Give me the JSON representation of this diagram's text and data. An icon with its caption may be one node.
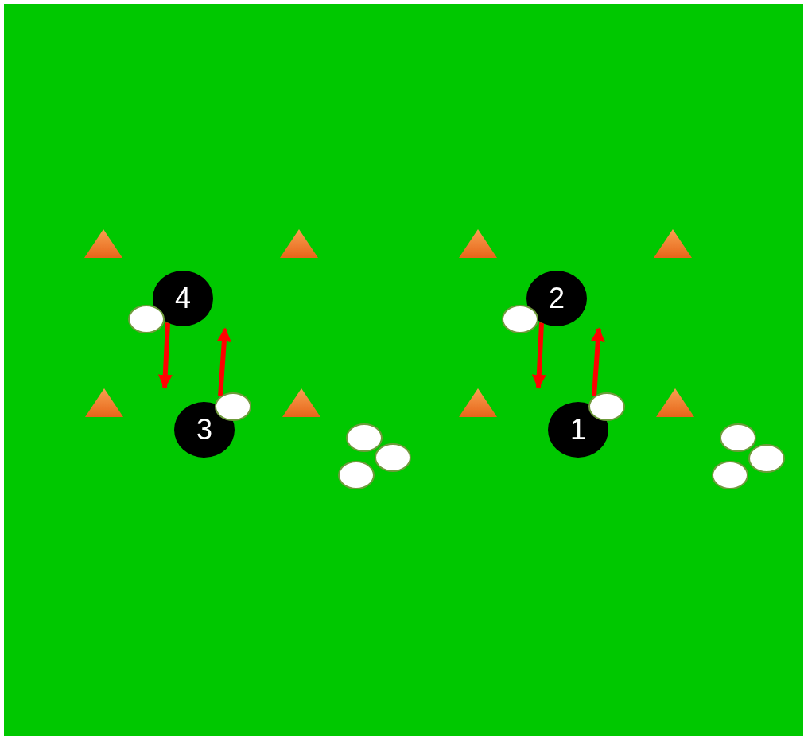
{
  "diagram": {
    "nodes": [
      {
        "text": [],
        "shape": "triangle"
      },
      {
        "text": [],
        "shape": "triangle"
      },
      {
        "text": [],
        "shape": "triangle"
      },
      {
        "text": [],
        "shape": "triangle"
      },
      {
        "text": [
          "4"
        ]
      },
      {
        "text": [
          "2"
        ]
      },
      {
        "text": [],
        "shape": "ellipse"
      },
      {
        "text": [],
        "shape": "ellipse"
      },
      {
        "text": [],
        "shape": "triangle"
      },
      {
        "text": [],
        "shape": "triangle"
      },
      {
        "text": [],
        "shape": "triangle"
      },
      {
        "text": [],
        "shape": "triangle"
      },
      {
        "text": [
          "3"
        ]
      },
      {
        "text": [
          "1"
        ]
      },
      {
        "text": [],
        "shape": "ellipse"
      },
      {
        "text": [],
        "shape": "ellipse"
      },
      {
        "text": [],
        "shape": "ellipse"
      },
      {
        "text": [],
        "shape": "ellipse"
      },
      {
        "text": [],
        "shape": "ellipse"
      },
      {
        "text": [],
        "shape": "ellipse"
      },
      {
        "text": [],
        "shape": "ellipse"
      },
      {
        "text": [],
        "shape": "ellipse"
      }
    ],
    "edges": [
      {
        "from": 4,
        "to": 12,
        "arrow": "to"
      },
      {
        "from": 14,
        "to": 4,
        "arrow": "to"
      },
      {
        "from": 5,
        "to": 13,
        "arrow": "to"
      },
      {
        "from": 15,
        "to": 5,
        "arrow": "to"
      }
    ]
  }
}
